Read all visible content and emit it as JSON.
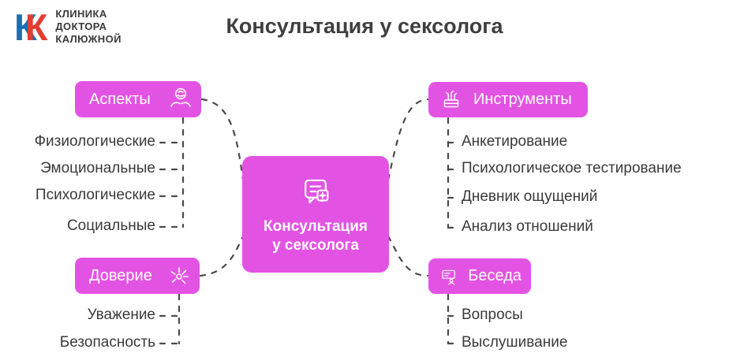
{
  "logo": {
    "k1": "К",
    "k2": "К",
    "line1": "КЛИНИКА",
    "line2": "ДОКТОРА",
    "line3": "КАЛЮЖНОЙ"
  },
  "title": "Консультация у сексолога",
  "center": {
    "line1": "Консультация",
    "line2": "у сексолога",
    "icon": "chat-medical-icon"
  },
  "branches": {
    "aspects": {
      "label": "Аспекты",
      "icon": "hands-care-icon",
      "items": [
        "Физиологические",
        "Эмоциональные",
        "Психологические",
        "Социальные"
      ]
    },
    "tools": {
      "label": "Инструменты",
      "icon": "toolbox-icon",
      "items": [
        "Анкетирование",
        "Психологическое тестирование",
        "Дневник ощущений",
        "Анализ отношений"
      ]
    },
    "trust": {
      "label": "Доверие",
      "icon": "sparkle-icon",
      "items": [
        "Уважение",
        "Безопасность"
      ]
    },
    "talk": {
      "label": "Беседа",
      "icon": "presentation-icon",
      "items": [
        "Вопросы",
        "Выслушивание"
      ]
    }
  },
  "colors": {
    "node_magenta": "#e353e3",
    "text_dark": "#3a3a3a",
    "connector": "#4a4a4a",
    "logo_blue": "#1a6fb5",
    "logo_red": "#e23d2e"
  }
}
